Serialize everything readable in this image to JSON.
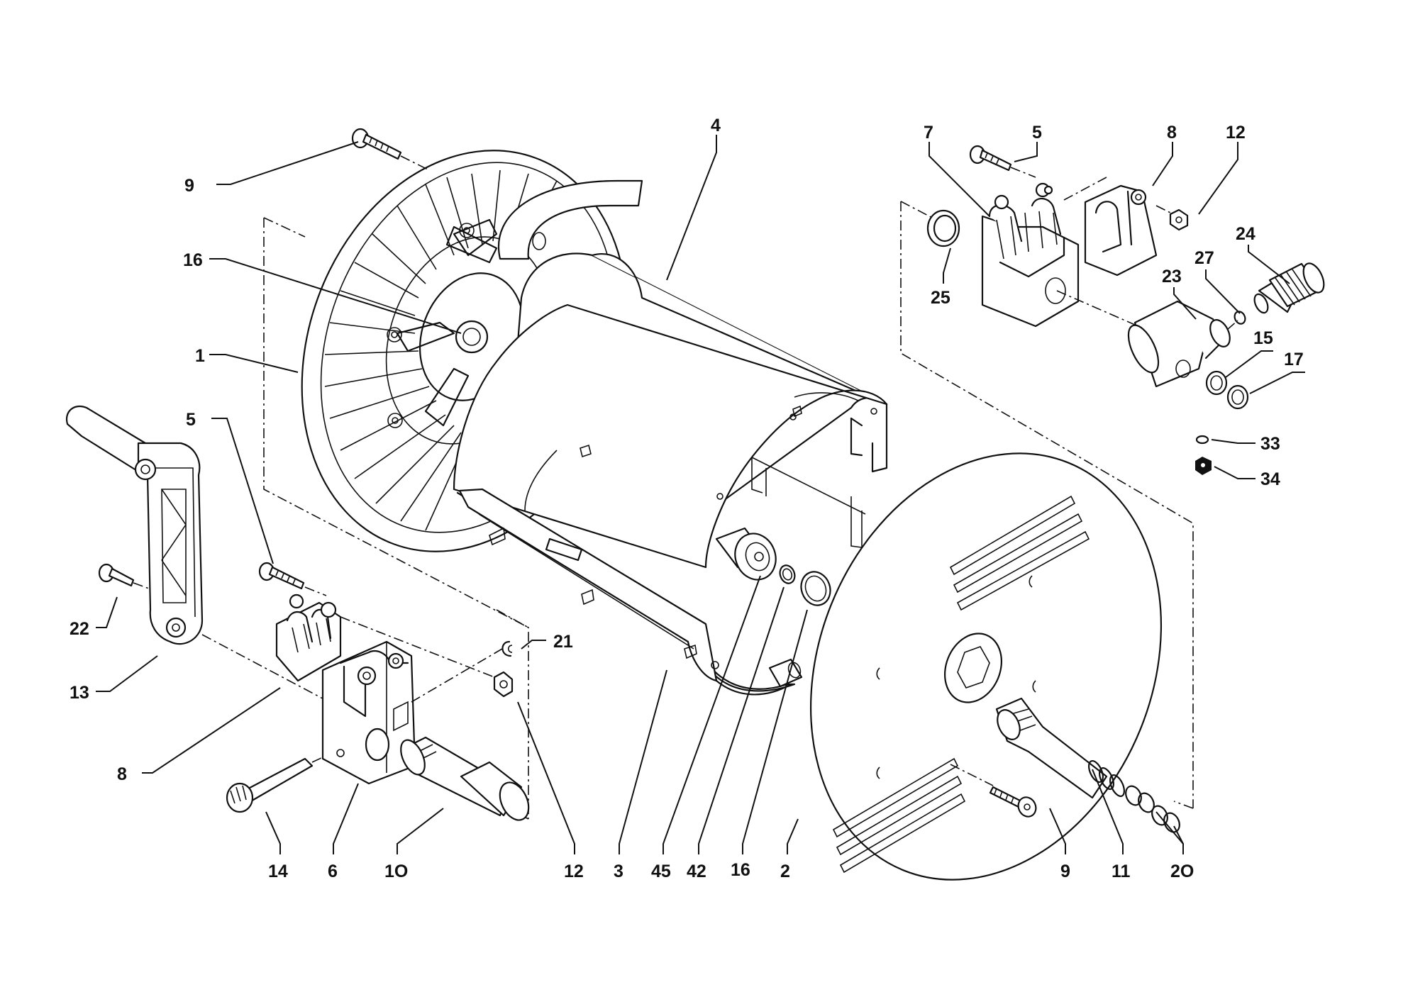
{
  "callouts": [
    {
      "id": "9a",
      "label": "9"
    },
    {
      "id": "16a",
      "label": "16"
    },
    {
      "id": "1",
      "label": "1"
    },
    {
      "id": "5a",
      "label": "5"
    },
    {
      "id": "22",
      "label": "22"
    },
    {
      "id": "13",
      "label": "13"
    },
    {
      "id": "8a",
      "label": "8"
    },
    {
      "id": "21",
      "label": "21"
    },
    {
      "id": "14",
      "label": "14"
    },
    {
      "id": "6",
      "label": "6"
    },
    {
      "id": "10",
      "label": "1O"
    },
    {
      "id": "12a",
      "label": "12"
    },
    {
      "id": "3",
      "label": "3"
    },
    {
      "id": "45",
      "label": "45"
    },
    {
      "id": "42",
      "label": "42"
    },
    {
      "id": "16b",
      "label": "16"
    },
    {
      "id": "2",
      "label": "2"
    },
    {
      "id": "9b",
      "label": "9"
    },
    {
      "id": "11",
      "label": "11"
    },
    {
      "id": "20",
      "label": "2O"
    },
    {
      "id": "4",
      "label": "4"
    },
    {
      "id": "7",
      "label": "7"
    },
    {
      "id": "5b",
      "label": "5"
    },
    {
      "id": "8b",
      "label": "8"
    },
    {
      "id": "12b",
      "label": "12"
    },
    {
      "id": "24",
      "label": "24"
    },
    {
      "id": "25",
      "label": "25"
    },
    {
      "id": "27",
      "label": "27"
    },
    {
      "id": "23",
      "label": "23"
    },
    {
      "id": "15",
      "label": "15"
    },
    {
      "id": "17",
      "label": "17"
    },
    {
      "id": "33",
      "label": "33"
    },
    {
      "id": "34",
      "label": "34"
    }
  ]
}
